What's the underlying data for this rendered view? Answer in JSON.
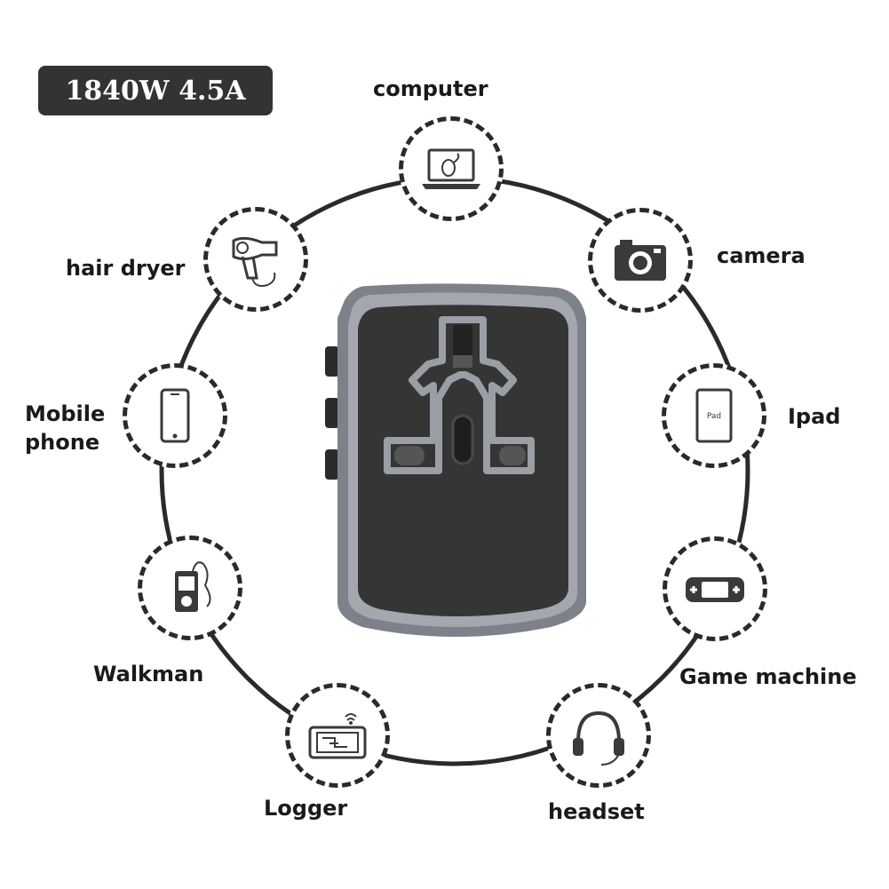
{
  "badge": {
    "text": "1840W 4.5A"
  },
  "devices": [
    {
      "key": "computer",
      "label": "computer",
      "icon": "laptop-icon"
    },
    {
      "key": "camera",
      "label": "camera",
      "icon": "camera-icon"
    },
    {
      "key": "ipad",
      "label": "Ipad",
      "icon": "tablet-icon",
      "screen_text": "Pad"
    },
    {
      "key": "game",
      "label": "Game machine",
      "icon": "gamepad-icon"
    },
    {
      "key": "headset",
      "label": "headset",
      "icon": "headset-icon"
    },
    {
      "key": "logger",
      "label": "Logger",
      "icon": "logger-icon"
    },
    {
      "key": "walkman",
      "label": "Walkman",
      "icon": "walkman-icon"
    },
    {
      "key": "mobile",
      "label_line1": "Mobile",
      "label_line2": "phone",
      "icon": "smartphone-icon"
    },
    {
      "key": "hairdryer",
      "label": "hair dryer",
      "icon": "hair-dryer-icon"
    }
  ],
  "colors": {
    "ring": "#2a2a2a",
    "adapter_frame": "#7d8189",
    "adapter_face": "#353535",
    "badge_bg": "#333333"
  }
}
